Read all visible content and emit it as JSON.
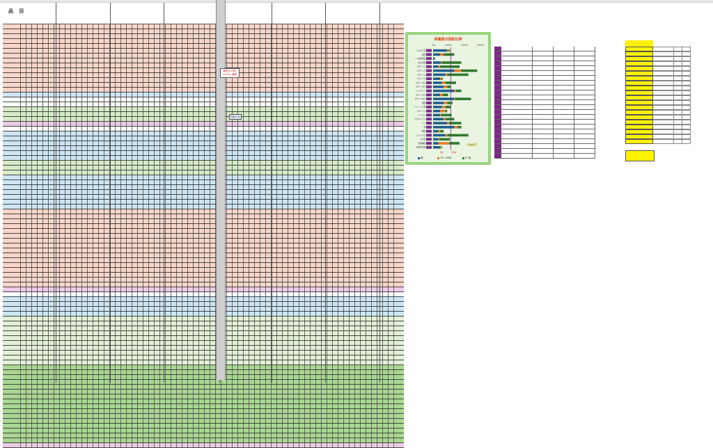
{
  "sheet": {
    "header_title": "品 目",
    "sections": [
      {
        "color": "pk",
        "rows": 14
      },
      {
        "color": "bl",
        "rows": 1
      },
      {
        "color": "wh",
        "rows": 2
      },
      {
        "color": "gr",
        "rows": 3
      },
      {
        "color": "vi",
        "rows": 1
      },
      {
        "color": "wh",
        "rows": 1
      },
      {
        "color": "bl",
        "rows": 6
      },
      {
        "color": "gr",
        "rows": 3
      },
      {
        "color": "bl",
        "rows": 7
      },
      {
        "color": "pk",
        "rows": 16
      },
      {
        "color": "vi",
        "rows": 1
      },
      {
        "color": "wh",
        "rows": 1
      },
      {
        "color": "bl",
        "rows": 4
      },
      {
        "color": "lgr",
        "rows": 10
      },
      {
        "color": "gr2",
        "rows": 16
      },
      {
        "color": "vi",
        "rows": 1
      }
    ]
  },
  "callouts": {
    "lipid_line1": "脂質(n-6系)",
    "lipid_line2": "(0.0%) 過剰",
    "mg_label": "Mg 0.0"
  },
  "chart_data": {
    "type": "bar",
    "title": "栄養素の摂取比率",
    "xlabel": "",
    "ylabel": "",
    "x_ticks": [
      "0%",
      "100%",
      "200%",
      "300%"
    ],
    "xlim": [
      0,
      300
    ],
    "legend": [
      "朝",
      "10〜15時",
      "夕-他"
    ],
    "legend_position": "bottom",
    "colors": {
      "breakfast": "#1f5f8b",
      "snack": "#e87a2e",
      "dinner": "#2e7a2e"
    },
    "categories": [
      "たんぱく質",
      "脂質",
      "n-3系脂肪酸",
      "炭水化物",
      "ビタミンA",
      "ビタミンD",
      "ビタミンE",
      "ビタミンK",
      "ビタミンB1",
      "ビタミンB2",
      "ナイアシン",
      "ビタミンB6",
      "ビタミンB12",
      "葉酸",
      "パントテン酸",
      "ビタミンC",
      "カリウム",
      "マグネシウム",
      "リン",
      "鉄",
      "亜鉛",
      "カルシウム",
      "ヨウ素",
      "食物繊維",
      "食塩相当量"
    ],
    "series": [
      {
        "name": "朝",
        "values": [
          80,
          40,
          10,
          45,
          30,
          120,
          70,
          40,
          50,
          60,
          120,
          40,
          120,
          60,
          50,
          40,
          40,
          60,
          80,
          120,
          30,
          70,
          30,
          30,
          40
        ]
      },
      {
        "name": "10〜15時",
        "values": [
          10,
          20,
          0,
          5,
          10,
          40,
          10,
          10,
          20,
          20,
          10,
          15,
          5,
          20,
          20,
          30,
          5,
          10,
          10,
          20,
          10,
          10,
          5,
          60,
          5
        ]
      },
      {
        "name": "夕-他",
        "values": [
          5,
          60,
          0,
          110,
          110,
          90,
          120,
          5,
          60,
          20,
          30,
          30,
          90,
          30,
          30,
          10,
          60,
          50,
          70,
          20,
          20,
          120,
          60,
          60,
          5
        ]
      }
    ],
    "ref_lines": [
      "5g",
      "10g"
    ],
    "annotation": "1.5g以下"
  },
  "side_table": {
    "rows": 23
  },
  "yellow_table": {
    "rows": 20
  }
}
